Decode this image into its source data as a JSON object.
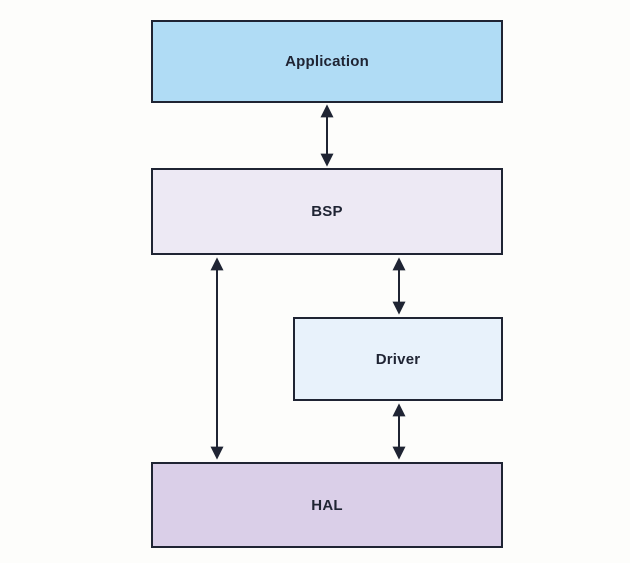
{
  "diagram": {
    "type": "layered-architecture",
    "nodes": [
      {
        "id": "application",
        "label": "Application",
        "fill": "#b0dcf5"
      },
      {
        "id": "bsp",
        "label": "BSP",
        "fill": "#ede9f4"
      },
      {
        "id": "driver",
        "label": "Driver",
        "fill": "#e8f2fb"
      },
      {
        "id": "hal",
        "label": "HAL",
        "fill": "#dacfe8"
      }
    ],
    "edges": [
      {
        "from": "application",
        "to": "bsp",
        "style": "double-arrow"
      },
      {
        "from": "bsp",
        "to": "driver",
        "style": "double-arrow"
      },
      {
        "from": "bsp",
        "to": "hal",
        "style": "double-arrow"
      },
      {
        "from": "driver",
        "to": "hal",
        "style": "double-arrow"
      }
    ],
    "colors": {
      "border": "#1f2433",
      "arrow": "#1f2433",
      "text": "#1f2433",
      "background": "#fdfdfb"
    }
  }
}
